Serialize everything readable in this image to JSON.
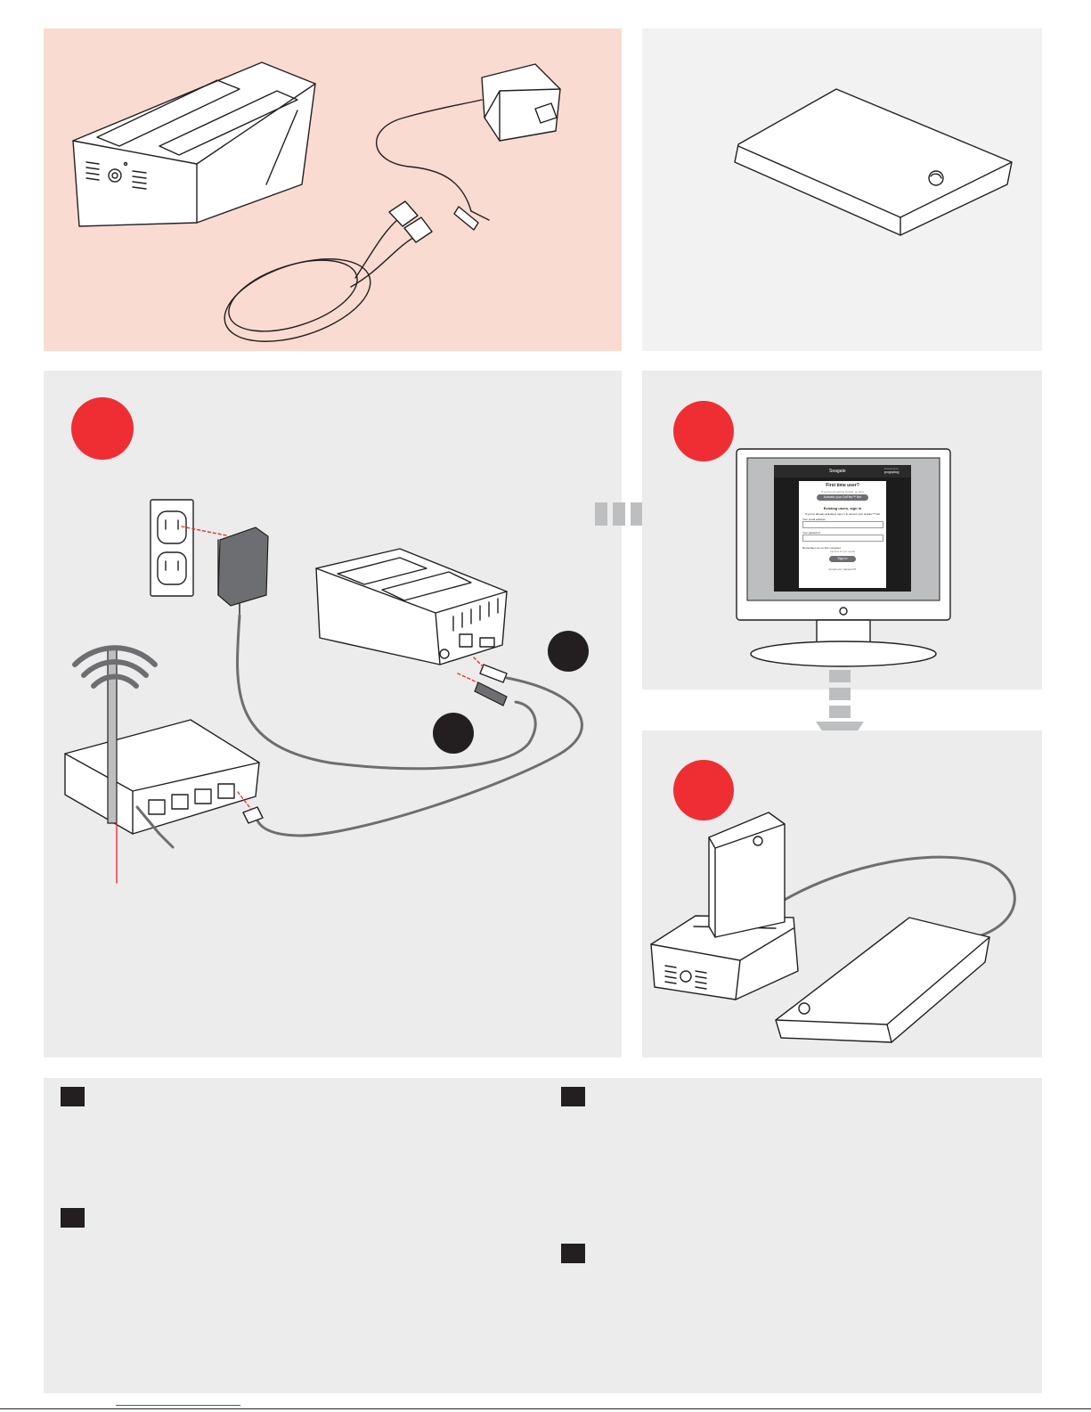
{
  "screen": {
    "brand": "Seagate",
    "powered_by_small": "Powered by",
    "powered_by_brand": "pogoplug",
    "heading": "First time user?",
    "subheading": "If you're just getting started, go here",
    "activate_button": "Activate your GoFlex™ Net",
    "existing_heading": "Existing users, sign in",
    "existing_text": "If you've already activated, sign in to access your GoFlex™ Net",
    "email_label": "Your email address",
    "password_label": "Your password",
    "remember_label": "Remember me on this computer",
    "remember_note": "(Not here for your results)",
    "signin_button": "Sign In",
    "forgot_link": "Forgot your password?"
  },
  "colors": {
    "step_marker": "#ee2e33",
    "callout_marker": "#231f20",
    "contents_panel": "#f9dbd1",
    "panel": "#ececec",
    "drive_panel": "#f2f2f2",
    "arrow": "#bcbec0"
  }
}
